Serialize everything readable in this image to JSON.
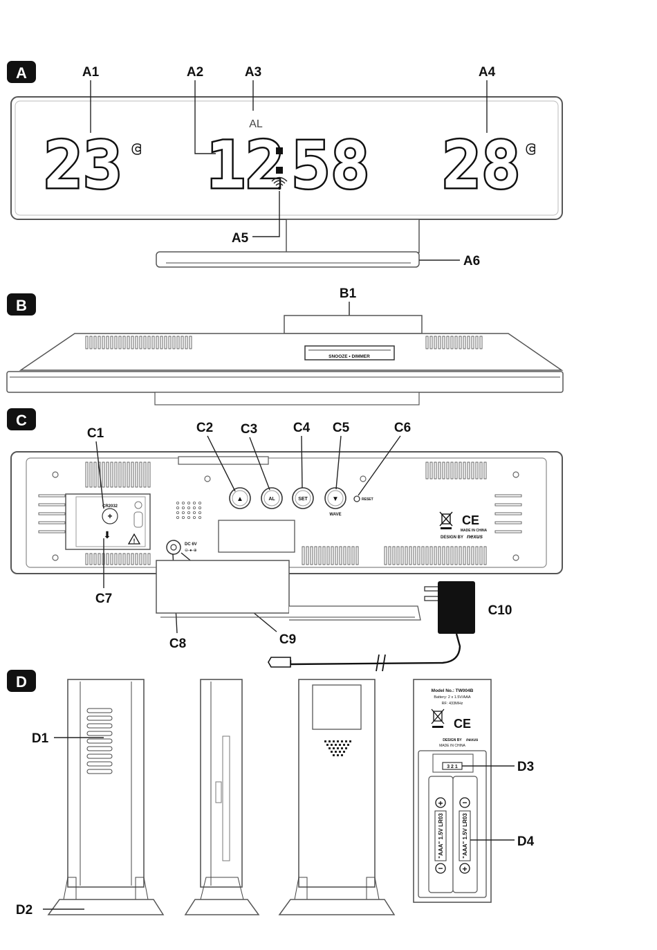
{
  "sections": {
    "a": "A",
    "b": "B",
    "c": "C",
    "d": "D"
  },
  "labels": {
    "A1": "A1",
    "A2": "A2",
    "A3": "A3",
    "A4": "A4",
    "A5": "A5",
    "A6": "A6",
    "B1": "B1",
    "C1": "C1",
    "C2": "C2",
    "C3": "C3",
    "C4": "C4",
    "C5": "C5",
    "C6": "C6",
    "C7": "C7",
    "C8": "C8",
    "C9": "C9",
    "C10": "C10",
    "D1": "D1",
    "D2": "D2",
    "D3": "D3",
    "D4": "D4"
  },
  "display": {
    "indoor_temp": "23",
    "time_hours": "12",
    "time_minutes": "58",
    "outdoor_temp": "28",
    "alarm_indicator": "AL",
    "unit": "c"
  },
  "front_panel": {
    "snooze_label": "SNOOZE • DIMMER"
  },
  "back_panel": {
    "battery_type": "CR2032",
    "up_button": "▲",
    "alarm_button": "AL",
    "set_button": "SET",
    "down_button": "▼",
    "wave_label": "WAVE",
    "reset_label": "RESET",
    "dc_label": "DC 6V",
    "made_in": "MADE IN CHINA",
    "design_by": "DESIGN BY",
    "brand": "nexus"
  },
  "sensor": {
    "model": "Model No.: TW004B",
    "battery": "Battery: 2 x 1.5V/AAA",
    "rf": "RF: 433MHz",
    "design_by": "DESIGN BY",
    "brand": "nexus",
    "made_in": "MADE IN CHINA",
    "channel_switch": "3 2 1",
    "battery_label_1": "\"AAA\" 1.5V LR03",
    "battery_label_2": "\"AAA\" 1.5V LR03"
  }
}
